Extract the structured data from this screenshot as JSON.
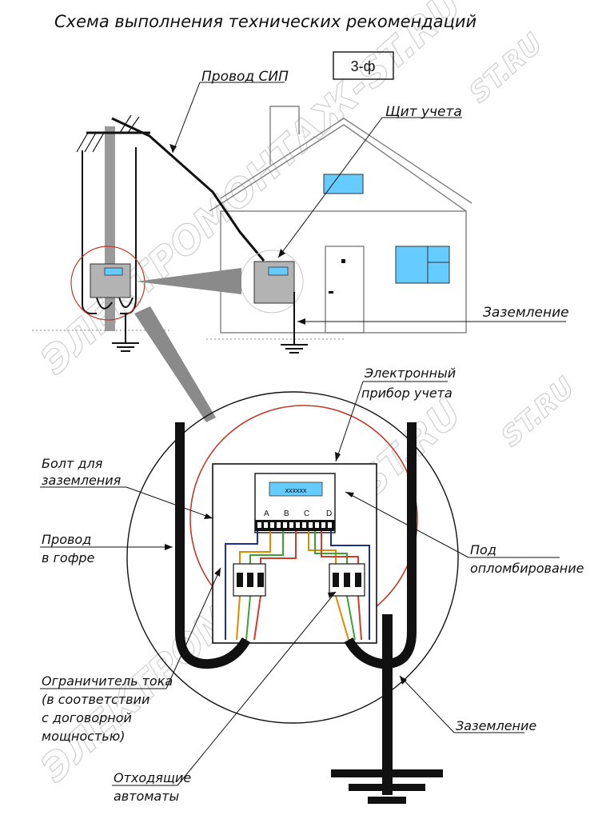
{
  "title": "Схема выполнения технических рекомендаций",
  "phase_box": "3-ф",
  "watermark": "ЭЛЕКТРОМОНТАЖ-ST.RU",
  "watermark_small": "ST.RU",
  "labels": {
    "sip_wire": "Провод СИП",
    "meter_panel": "Щит учета",
    "grounding_top": "Заземление",
    "electronic_meter_line1": "Электронный",
    "electronic_meter_line2": "прибор учета",
    "bolt_line1": "Болт для",
    "bolt_line2": "заземления",
    "wire_line1": "Провод",
    "wire_line2": "в гофре",
    "seal_line1": "Под",
    "seal_line2": "опломбирование",
    "limiter_line1": "Ограничитель тока",
    "limiter_line2": "(в соответствии",
    "limiter_line3": "с договорной",
    "limiter_line4": "мощностью)",
    "grounding_bottom": "Заземление",
    "breakers_line1": "Отходящие",
    "breakers_line2": "автоматы"
  },
  "meter": {
    "display": "xxxxxx",
    "phases": [
      "A",
      "B",
      "C",
      "D"
    ]
  },
  "colors": {
    "wall_line": "#808080",
    "window": "#66ccff",
    "meter_box": "#b3b3b3",
    "highlight_circle": "#c0392b",
    "wire_blue": "#1f2f8c",
    "wire_orange": "#e08a00",
    "wire_green": "#3aa335",
    "wire_red": "#d23c2a",
    "cable": "#111111"
  }
}
